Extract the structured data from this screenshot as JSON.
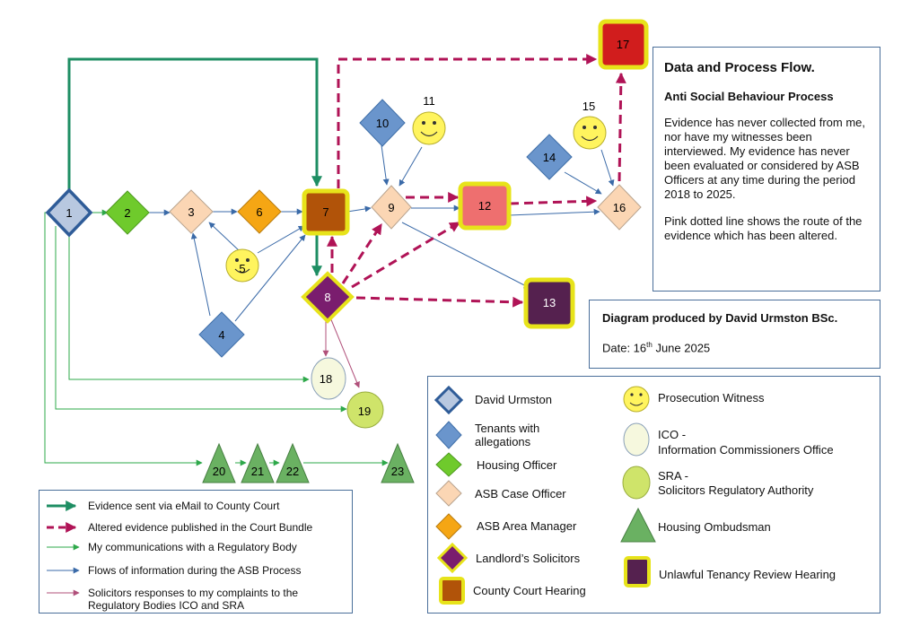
{
  "info_box": {
    "title": "Data and Process Flow.",
    "subtitle": "Anti Social Behaviour Process",
    "paragraph1": "Evidence has never collected from me, nor  have my witnesses been interviewed. My evidence has never been evaluated or considered by ASB Officers at any time during the period 2018 to 2025.",
    "paragraph2": "Pink dotted line shows the route of the evidence which has been altered."
  },
  "credit_box": {
    "credit": "Diagram produced by David Urmston BSc.",
    "date_prefix": "Date: 16",
    "date_suffix": "th",
    "date_rest": " June 2025"
  },
  "legend_right": {
    "david": "David Urmston",
    "tenants": "Tenants with allegations",
    "housing_officer": "Housing Officer",
    "asb_case_officer": "ASB Case Officer",
    "asb_area_manager": "ASB Area Manager",
    "landlord_solicitors": "Landlord’s Solicitors",
    "county_court": "County Court Hearing",
    "prosecution_witness": "Prosecution Witness",
    "ico": "ICO -\nInformation Commissioners Office",
    "sra": "SRA -\nSolicitors Regulatory Authority",
    "ombudsman": "Housing Ombudsman",
    "review_hearing": "Unlawful Tenancy Review Hearing"
  },
  "legend_left": {
    "email": "Evidence sent via eMail to County Court",
    "altered": "Altered evidence published in the Court Bundle",
    "regulatory": "My communications with a Regulatory Body",
    "flows": "Flows of information during the ASB Process",
    "solicitors": "Solicitors responses to my complaints to the Regulatory Bodies ICO and SRA"
  },
  "colors": {
    "david": "#b8c8e0",
    "tenants": "#6a95cc",
    "housing_officer": "#6fca2c",
    "asb_case_officer": "#fbd6b4",
    "asb_area_manager": "#f5a614",
    "solicitors": "#7a1d6e",
    "county_court": "#b15309",
    "witness": "#fff45e",
    "ico": "#f6f8de",
    "sra": "#cfe46a",
    "ombudsman": "#6ab162",
    "review": "#55214f",
    "node17": "#d11d1d",
    "node12": "#ee6f6f",
    "highlight": "#e7e31a",
    "email_arrow": "#1e8e63",
    "altered_arrow": "#b01356",
    "reg_arrow": "#2ea84a",
    "flow_arrow": "#3a6aa8",
    "sol_arrow": "#b0507a"
  },
  "nodes": {
    "n1": "1",
    "n2": "2",
    "n3": "3",
    "n4": "4",
    "n5": "5",
    "n6": "6",
    "n7": "7",
    "n8": "8",
    "n9": "9",
    "n10": "10",
    "n11": "11",
    "n12": "12",
    "n13": "13",
    "n14": "14",
    "n15": "15",
    "n16": "16",
    "n17": "17",
    "n18": "18",
    "n19": "19",
    "n20": "20",
    "n21": "21",
    "n22": "22",
    "n23": "23"
  }
}
